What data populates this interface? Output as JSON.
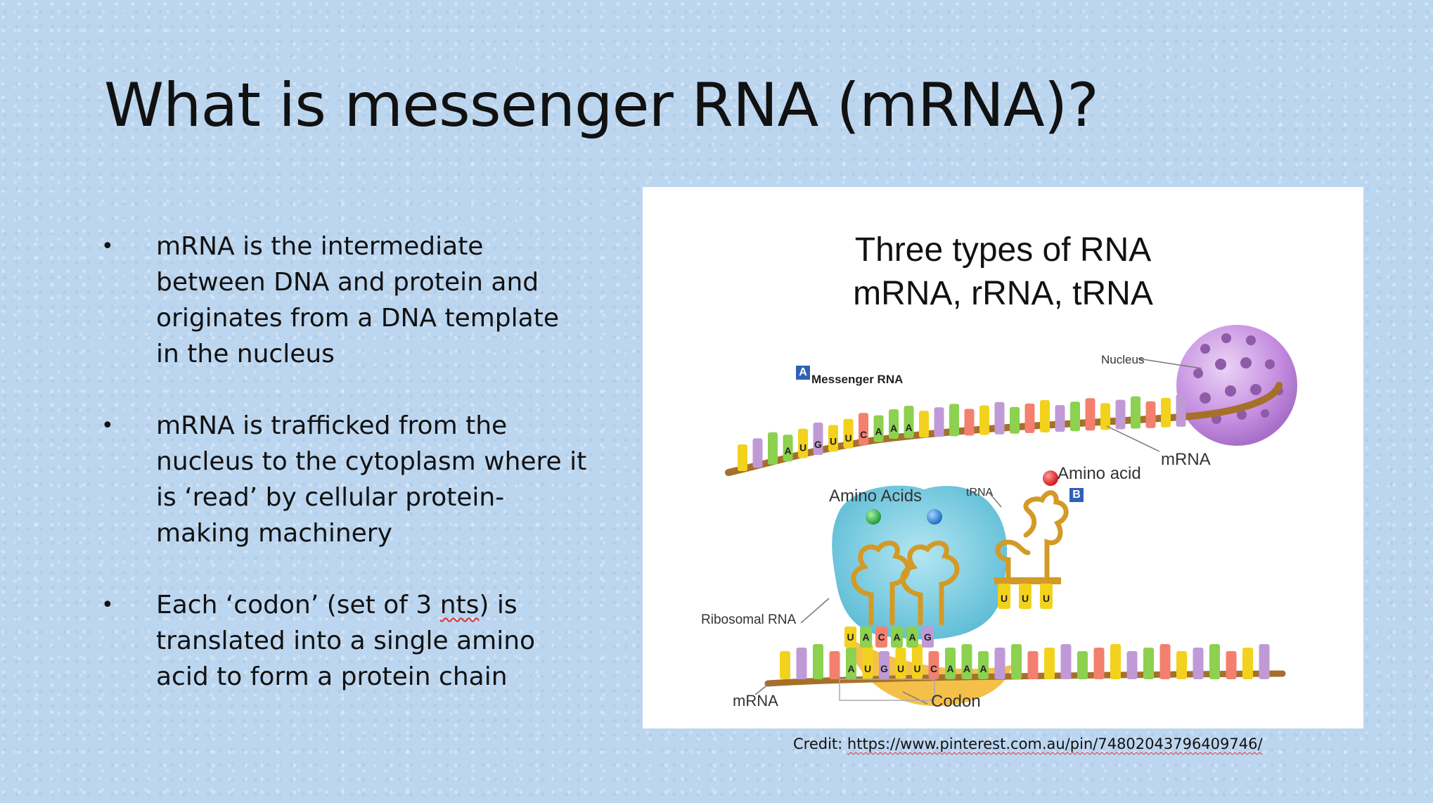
{
  "slide": {
    "title": "What is messenger RNA (mRNA)?",
    "bullets": [
      {
        "text": "mRNA is the intermediate between DNA and protein and originates from a DNA template in the nucleus"
      },
      {
        "text": "mRNA is trafficked from the nucleus to the cytoplasm where it is ‘read’ by cellular protein-making machinery"
      },
      {
        "pre": "Each ‘codon’ (set of 3 ",
        "flag": "nts",
        "post": ") is translated into a single amino acid to form a protein chain"
      }
    ],
    "bullet_glyph": "•"
  },
  "figure": {
    "title_line1": "Three types of RNA",
    "title_line2": "mRNA, rRNA, tRNA",
    "panel_a_badge": "A",
    "panel_a_label": "Messenger RNA",
    "panel_b_badge": "B",
    "nucleus_label": "Nucleus",
    "mrna_label_top": "mRNA",
    "amino_acid_label": "Amino acid",
    "trna_label": "tRNA",
    "amino_acids_label": "Amino Acids",
    "ribosomal_label": "Ribosomal RNA",
    "mrna_label_bottom": "mRNA",
    "codon_label": "Codon",
    "top_bases": [
      "A",
      "U",
      "G",
      "U",
      "U",
      "C",
      "A",
      "A",
      "A"
    ],
    "anticodon_bases": [
      "U",
      "A",
      "C",
      "A",
      "A",
      "G"
    ],
    "bottom_bases": [
      "A",
      "U",
      "G",
      "U",
      "U",
      "C",
      "A",
      "A",
      "A"
    ],
    "trna_anticodon": [
      "U",
      "U",
      "U"
    ],
    "colors": {
      "green": "#8cd14f",
      "yellow": "#f2d21c",
      "purple": "#c09ad6",
      "red": "#f3806e",
      "backbone": "#a5702b",
      "ribosome": "#5cbcd6",
      "nucleus": "#c58de0",
      "badge": "#2f62b5"
    }
  },
  "credit": {
    "prefix": "Credit: ",
    "url": "https://www.pinterest.com.au/pin/74802043796409746/"
  }
}
